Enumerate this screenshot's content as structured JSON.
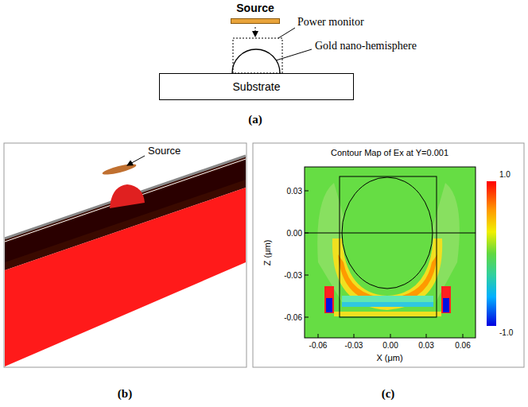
{
  "diagram": {
    "nodes": [
      {
        "text": [
          "Source"
        ]
      },
      {
        "text": [
          "Substrate"
        ]
      }
    ],
    "labels": [
      "Power monitor",
      "Gold nano-hemisphere",
      "(a)",
      "Source",
      "(b)",
      "Contour Map of Ex at Y=0.001",
      "0.03",
      "0.00",
      "-0.03",
      "-0.06",
      "Z (μm)",
      "-0.06",
      "-0.03",
      "0.00",
      "0.03",
      "0.06",
      "X (μm)",
      "1.0",
      "-1.0",
      "(c)"
    ]
  }
}
